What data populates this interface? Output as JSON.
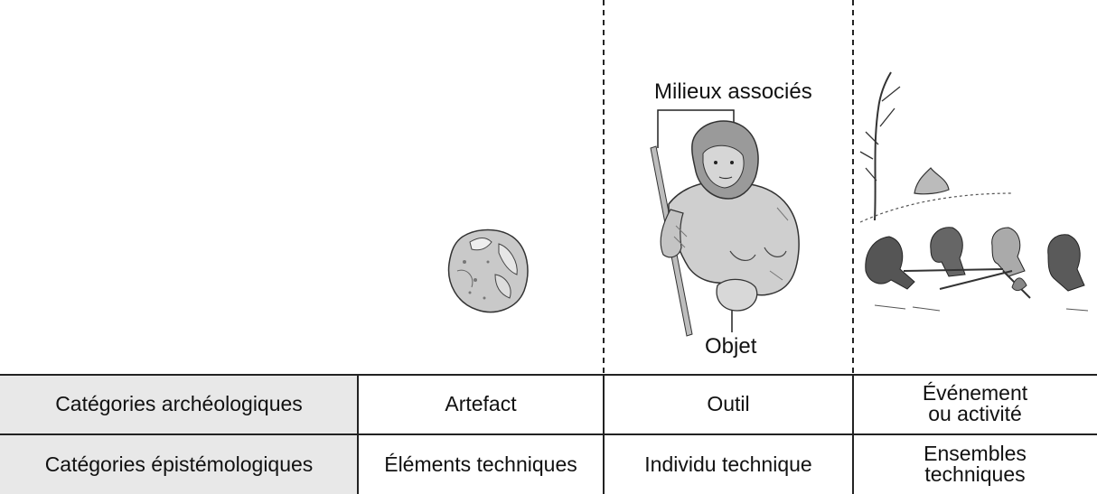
{
  "labels": {
    "milieux": "Milieux associés",
    "objet": "Objet"
  },
  "table": {
    "rows": [
      {
        "header": "Catégories archéologiques",
        "cells": [
          {
            "lines": [
              "Artefact"
            ]
          },
          {
            "lines": [
              "Outil"
            ]
          },
          {
            "lines": [
              "Événement",
              "ou activité"
            ]
          }
        ]
      },
      {
        "header": "Catégories épistémologiques",
        "cells": [
          {
            "lines": [
              "Éléments techniques"
            ]
          },
          {
            "lines": [
              "Individu technique"
            ]
          },
          {
            "lines": [
              "Ensembles",
              "techniques"
            ]
          }
        ]
      }
    ]
  },
  "illustrations": [
    {
      "icon": "stone-artefact-drawing"
    },
    {
      "icon": "hominin-holding-tool-drawing"
    },
    {
      "icon": "group-activity-scene-drawing"
    }
  ],
  "colors": {
    "header_fill": "#e8e8e8",
    "line": "#222222"
  }
}
